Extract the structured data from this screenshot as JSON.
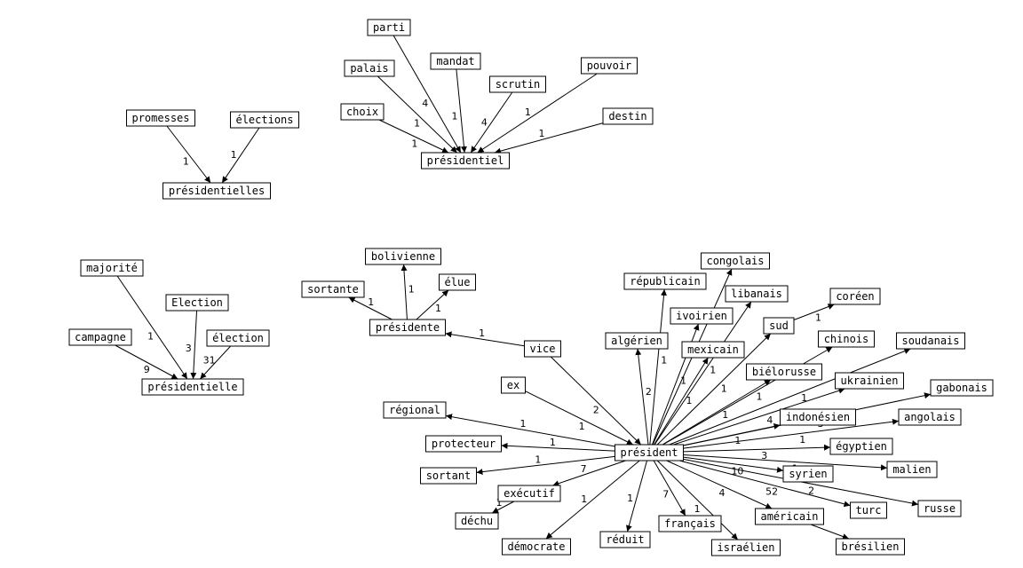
{
  "graph": {
    "nodes": [
      {
        "id": "parti",
        "label": "parti"
      },
      {
        "id": "mandat",
        "label": "mandat"
      },
      {
        "id": "palais",
        "label": "palais"
      },
      {
        "id": "pouvoir",
        "label": "pouvoir"
      },
      {
        "id": "scrutin",
        "label": "scrutin"
      },
      {
        "id": "choix",
        "label": "choix"
      },
      {
        "id": "destin",
        "label": "destin"
      },
      {
        "id": "presidentiel",
        "label": "présidentiel"
      },
      {
        "id": "promesses",
        "label": "promesses"
      },
      {
        "id": "elections",
        "label": "élections"
      },
      {
        "id": "presidentielles",
        "label": "présidentielles"
      },
      {
        "id": "majorite",
        "label": "majorité"
      },
      {
        "id": "Election",
        "label": "Election"
      },
      {
        "id": "campagne",
        "label": "campagne"
      },
      {
        "id": "election",
        "label": "élection"
      },
      {
        "id": "presidentielle",
        "label": "présidentielle"
      },
      {
        "id": "bolivienne",
        "label": "bolivienne"
      },
      {
        "id": "sortante",
        "label": "sortante"
      },
      {
        "id": "elue",
        "label": "élue"
      },
      {
        "id": "presidente",
        "label": "présidente"
      },
      {
        "id": "congolais",
        "label": "congolais"
      },
      {
        "id": "republicain",
        "label": "républicain"
      },
      {
        "id": "libanais",
        "label": "libanais"
      },
      {
        "id": "ivoirien",
        "label": "ivoirien"
      },
      {
        "id": "coreen",
        "label": "coréen"
      },
      {
        "id": "sud",
        "label": "sud"
      },
      {
        "id": "algerien",
        "label": "algérien"
      },
      {
        "id": "mexicain",
        "label": "mexicain"
      },
      {
        "id": "chinois",
        "label": "chinois"
      },
      {
        "id": "soudanais",
        "label": "soudanais"
      },
      {
        "id": "vice",
        "label": "vice"
      },
      {
        "id": "bielorusse",
        "label": "biélorusse"
      },
      {
        "id": "ukrainien",
        "label": "ukrainien"
      },
      {
        "id": "gabonais",
        "label": "gabonais"
      },
      {
        "id": "ex",
        "label": "ex"
      },
      {
        "id": "regional",
        "label": "régional"
      },
      {
        "id": "indonesien",
        "label": "indonésien"
      },
      {
        "id": "angolais",
        "label": "angolais"
      },
      {
        "id": "protecteur",
        "label": "protecteur"
      },
      {
        "id": "egyptien",
        "label": "égyptien"
      },
      {
        "id": "president",
        "label": "président"
      },
      {
        "id": "malien",
        "label": "malien"
      },
      {
        "id": "sortant",
        "label": "sortant"
      },
      {
        "id": "syrien",
        "label": "syrien"
      },
      {
        "id": "executif",
        "label": "exécutif"
      },
      {
        "id": "russe",
        "label": "russe"
      },
      {
        "id": "turc",
        "label": "turc"
      },
      {
        "id": "dechu",
        "label": "déchu"
      },
      {
        "id": "francais",
        "label": "français"
      },
      {
        "id": "americain",
        "label": "américain"
      },
      {
        "id": "democrate",
        "label": "démocrate"
      },
      {
        "id": "reduit",
        "label": "réduit"
      },
      {
        "id": "israelien",
        "label": "israélien"
      },
      {
        "id": "bresilien",
        "label": "brésilien"
      }
    ],
    "edges": [
      {
        "from": "parti",
        "to": "presidentiel",
        "weight": "4"
      },
      {
        "from": "mandat",
        "to": "presidentiel",
        "weight": "1"
      },
      {
        "from": "palais",
        "to": "presidentiel",
        "weight": "1"
      },
      {
        "from": "choix",
        "to": "presidentiel",
        "weight": "1"
      },
      {
        "from": "scrutin",
        "to": "presidentiel",
        "weight": "4"
      },
      {
        "from": "pouvoir",
        "to": "presidentiel",
        "weight": "1"
      },
      {
        "from": "destin",
        "to": "presidentiel",
        "weight": "1"
      },
      {
        "from": "promesses",
        "to": "presidentielles",
        "weight": "1"
      },
      {
        "from": "elections",
        "to": "presidentielles",
        "weight": "1"
      },
      {
        "from": "majorite",
        "to": "presidentielle",
        "weight": "1"
      },
      {
        "from": "campagne",
        "to": "presidentielle",
        "weight": "9"
      },
      {
        "from": "Election",
        "to": "presidentielle",
        "weight": "3"
      },
      {
        "from": "election",
        "to": "presidentielle",
        "weight": "31"
      },
      {
        "from": "presidente",
        "to": "bolivienne",
        "weight": "1"
      },
      {
        "from": "presidente",
        "to": "sortante",
        "weight": "1"
      },
      {
        "from": "presidente",
        "to": "elue",
        "weight": "1"
      },
      {
        "from": "vice",
        "to": "presidente",
        "weight": "1"
      },
      {
        "from": "vice",
        "to": "president",
        "weight": "2"
      },
      {
        "from": "ex",
        "to": "president",
        "weight": "1"
      },
      {
        "from": "president",
        "to": "regional",
        "weight": "1"
      },
      {
        "from": "president",
        "to": "protecteur",
        "weight": "1"
      },
      {
        "from": "president",
        "to": "sortant",
        "weight": "1"
      },
      {
        "from": "president",
        "to": "executif",
        "weight": "7"
      },
      {
        "from": "executif",
        "to": "dechu",
        "weight": "1"
      },
      {
        "from": "president",
        "to": "democrate",
        "weight": "1"
      },
      {
        "from": "president",
        "to": "reduit",
        "weight": "1"
      },
      {
        "from": "president",
        "to": "francais",
        "weight": "7"
      },
      {
        "from": "president",
        "to": "israelien",
        "weight": "1"
      },
      {
        "from": "president",
        "to": "americain",
        "weight": "4"
      },
      {
        "from": "americain",
        "to": "bresilien",
        "weight": ""
      },
      {
        "from": "president",
        "to": "turc",
        "weight": "52"
      },
      {
        "from": "president",
        "to": "russe",
        "weight": "2"
      },
      {
        "from": "president",
        "to": "syrien",
        "weight": "10"
      },
      {
        "from": "president",
        "to": "malien",
        "weight": "1"
      },
      {
        "from": "president",
        "to": "egyptien",
        "weight": "3"
      },
      {
        "from": "president",
        "to": "angolais",
        "weight": "1"
      },
      {
        "from": "president",
        "to": "indonesien",
        "weight": "1"
      },
      {
        "from": "president",
        "to": "gabonais",
        "weight": "3"
      },
      {
        "from": "president",
        "to": "ukrainien",
        "weight": "4"
      },
      {
        "from": "president",
        "to": "soudanais",
        "weight": "1"
      },
      {
        "from": "president",
        "to": "bielorusse",
        "weight": "1"
      },
      {
        "from": "president",
        "to": "chinois",
        "weight": "1"
      },
      {
        "from": "president",
        "to": "sud",
        "weight": "1"
      },
      {
        "from": "sud",
        "to": "coreen",
        "weight": "1"
      },
      {
        "from": "president",
        "to": "libanais",
        "weight": "1"
      },
      {
        "from": "president",
        "to": "mexicain",
        "weight": "1"
      },
      {
        "from": "president",
        "to": "ivoirien",
        "weight": "1"
      },
      {
        "from": "president",
        "to": "congolais",
        "weight": "1"
      },
      {
        "from": "president",
        "to": "republicain",
        "weight": "1"
      },
      {
        "from": "president",
        "to": "algerien",
        "weight": "2"
      }
    ]
  }
}
